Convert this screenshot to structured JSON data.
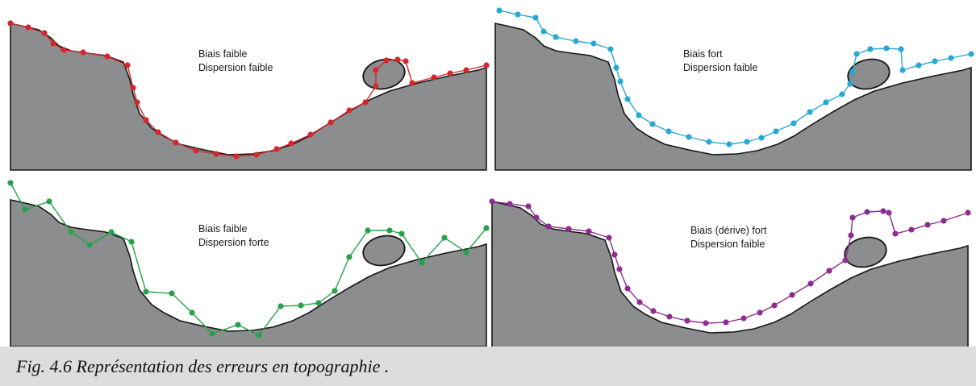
{
  "caption": "Fig. 4.6 Représentation des erreurs en topographie .",
  "colors": {
    "terrain": "#8c8d8f",
    "outline": "#161616",
    "panel_1": "#d4272c",
    "panel_2": "#29a8d6",
    "panel_3": "#27a24a",
    "panel_4": "#8e2d8f"
  },
  "panels": [
    {
      "label_line1": "Biais faible",
      "label_line2": "Dispersion faible",
      "series_color": "#d4272c"
    },
    {
      "label_line1": "Biais fort",
      "label_line2": "Dispersion faible",
      "series_color": "#29a8d6"
    },
    {
      "label_line1": "Biais faible",
      "label_line2": "Dispersion forte",
      "series_color": "#27a24a"
    },
    {
      "label_line1": "Biais (dérive) fort",
      "label_line2": "Dispersion faible",
      "series_color": "#8e2d8f"
    }
  ]
}
